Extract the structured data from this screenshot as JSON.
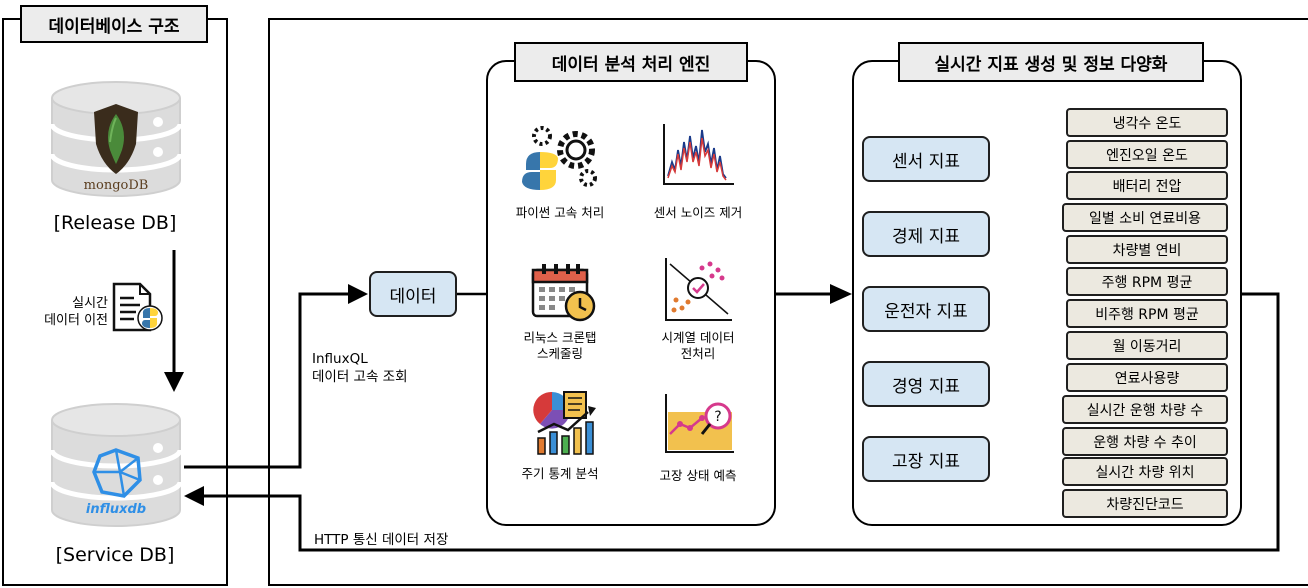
{
  "left_panel": {
    "title": "데이터베이스 구조",
    "release_db_label": "[Release DB]",
    "release_db_logo": "mongoDB",
    "migration_label_line1": "실시간",
    "migration_label_line2": "데이터 이전",
    "service_db_label": "[Service DB]",
    "service_db_logo": "influxdb"
  },
  "flow": {
    "data_box": "데이터",
    "query_label_line1": "InfluxQL",
    "query_label_line2": "데이터 고속 조회",
    "store_label": "HTTP 통신 데이터 저장"
  },
  "engine": {
    "title": "데이터 분석 처리 엔진",
    "items": [
      {
        "label": "파이썬 고속 처리",
        "icon": "python-gears-icon"
      },
      {
        "label": "센서 노이즈 제거",
        "icon": "noise-signal-icon"
      },
      {
        "label_line1": "리눅스 크론탭",
        "label_line2": "스케줄링",
        "icon": "calendar-clock-icon"
      },
      {
        "label_line1": "시계열 데이터",
        "label_line2": "전처리",
        "icon": "scatter-check-icon"
      },
      {
        "label": "주기 통계 분석",
        "icon": "stats-chart-icon"
      },
      {
        "label": "고장 상태 예측",
        "icon": "fault-predict-icon"
      }
    ]
  },
  "indicators": {
    "title": "실시간 지표 생성 및 정보 다양화",
    "categories": [
      "센서 지표",
      "경제 지표",
      "운전자 지표",
      "경영 지표",
      "고장 지표"
    ],
    "details": [
      "냉각수 온도",
      "엔진오일 온도",
      "배터리 전압",
      "일별 소비 연료비용",
      "차량별 연비",
      "주행 RPM 평균",
      "비주행 RPM 평균",
      "월 이동거리",
      "연료사용량",
      "실시간 운행 차량 수",
      "운행 차량 수 추이",
      "실시간 차량 위치",
      "차량진단코드"
    ]
  },
  "colors": {
    "blue_box": "#d6e6f3",
    "gray_box": "#ece9e0",
    "title_bg": "#ececec",
    "mongo_green": "#4a8a3a",
    "influx_blue": "#2f8fe6"
  }
}
